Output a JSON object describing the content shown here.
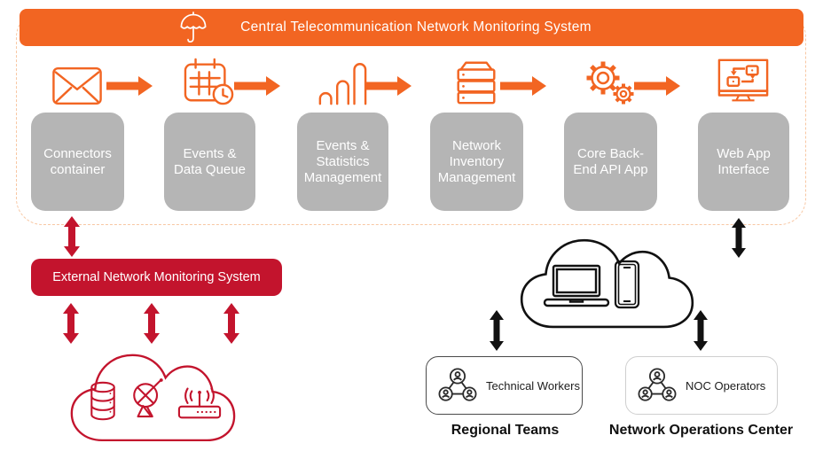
{
  "header": {
    "title": "Central Telecommunication Network Monitoring System",
    "icon": "umbrella-icon",
    "bg_color": "#F26522"
  },
  "pipeline": {
    "box_color": "#B5B5B5",
    "arrow_color": "#F26522",
    "container_border_color": "#F8C7A3",
    "stages": [
      {
        "label": "Connectors container",
        "icon": "envelope-icon"
      },
      {
        "label": "Events & Data Queue",
        "icon": "calendar-clock-icon"
      },
      {
        "label": "Events & Statistics Management",
        "icon": "bar-chart-icon"
      },
      {
        "label": "Network Inventory Management",
        "icon": "server-stack-icon"
      },
      {
        "label": "Core Back-End API App",
        "icon": "gears-icon"
      },
      {
        "label": "Web App Interface",
        "icon": "monitor-flow-icon"
      }
    ]
  },
  "external": {
    "label": "External Network Monitoring System",
    "box_color": "#C3142D",
    "cloud_icons": [
      "database-icon",
      "satellite-dish-icon",
      "router-icon"
    ]
  },
  "users": {
    "cloud_icons": [
      "laptop-icon",
      "smartphone-icon"
    ],
    "groups": [
      {
        "box_label": "Technical Workers",
        "caption": "Regional Teams",
        "icon": "team-icon"
      },
      {
        "box_label": "NOC Operators",
        "caption": "Network Operations Center",
        "icon": "team-icon"
      }
    ]
  },
  "colors": {
    "accent_orange": "#F26522",
    "accent_red": "#C3142D",
    "gray_box": "#B5B5B5",
    "black": "#111111"
  }
}
